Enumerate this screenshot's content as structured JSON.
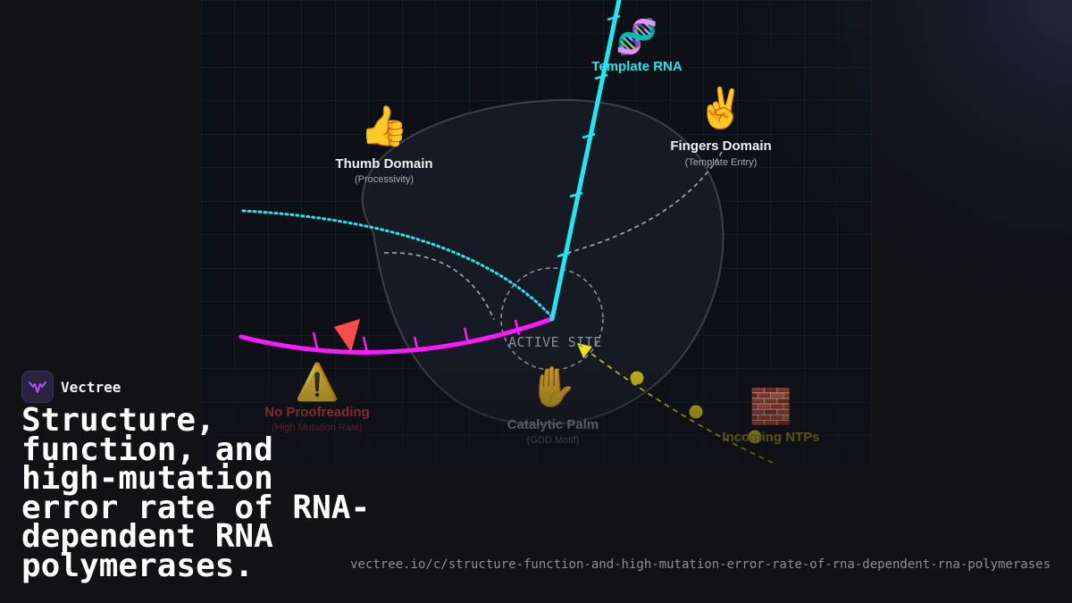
{
  "brand": {
    "name": "Vectree",
    "accent_color": "#a855f7",
    "logo_icon": "waveform-v-icon"
  },
  "headline": "Structure, function, and high-mutation error rate of RNA-dependent RNA polymerases.",
  "url": "vectree.io/c/structure-function-and-high-mutation-error-rate-of-rna-dependent-rna-polymerases",
  "diagram": {
    "template_rna": {
      "icon": "🧬",
      "label": "Template RNA",
      "color": "#22e6f0"
    },
    "fingers": {
      "icon": "✌️",
      "title": "Fingers Domain",
      "subtitle": "(Template Entry)"
    },
    "thumb": {
      "icon": "👍",
      "title": "Thumb Domain",
      "subtitle": "(Processivity)"
    },
    "palm": {
      "icon": "✋",
      "title": "Catalytic Palm",
      "subtitle": "(GDD Motif)"
    },
    "active_site_label": "ACTIVE SITE",
    "no_proofreading": {
      "icon": "⚠️",
      "title": "No Proofreading",
      "subtitle": "(High Mutation Rate)",
      "color": "#e0454a"
    },
    "ntps": {
      "icon": "🧱",
      "label": "Incoming NTPs",
      "color": "#cfc21a"
    },
    "nascent_strand_color": "#ff1aff",
    "mutation_marker_color": "#ff4d4d"
  }
}
